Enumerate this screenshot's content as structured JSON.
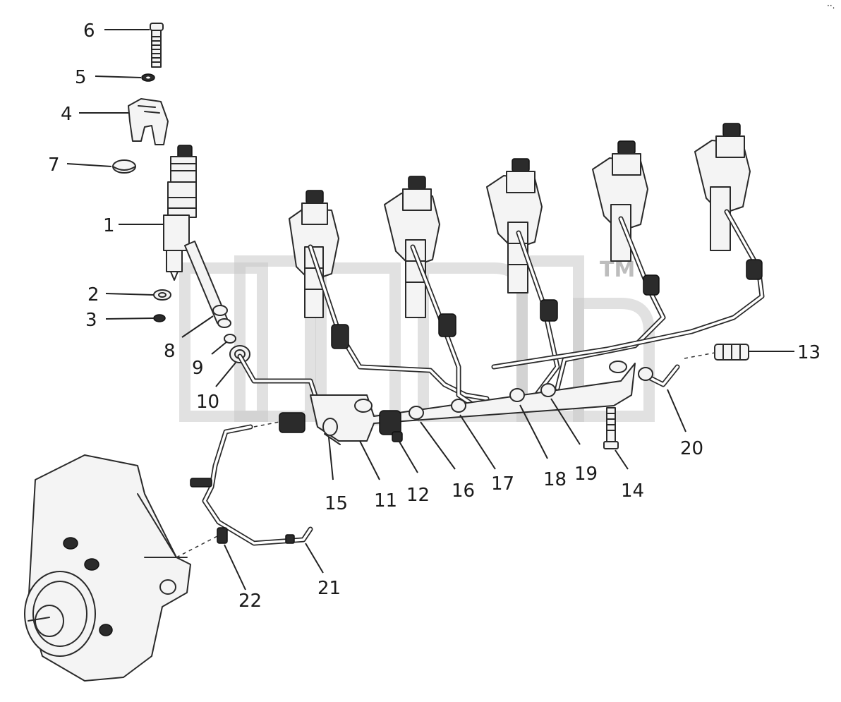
{
  "watermark": {
    "trademark": "TM"
  },
  "corner_mark": "··.",
  "callouts": [
    "6",
    "5",
    "4",
    "7",
    "1",
    "2",
    "3",
    "8",
    "9",
    "10",
    "15",
    "11",
    "12",
    "16",
    "17",
    "18",
    "19",
    "14",
    "20",
    "13",
    "21",
    "22"
  ]
}
